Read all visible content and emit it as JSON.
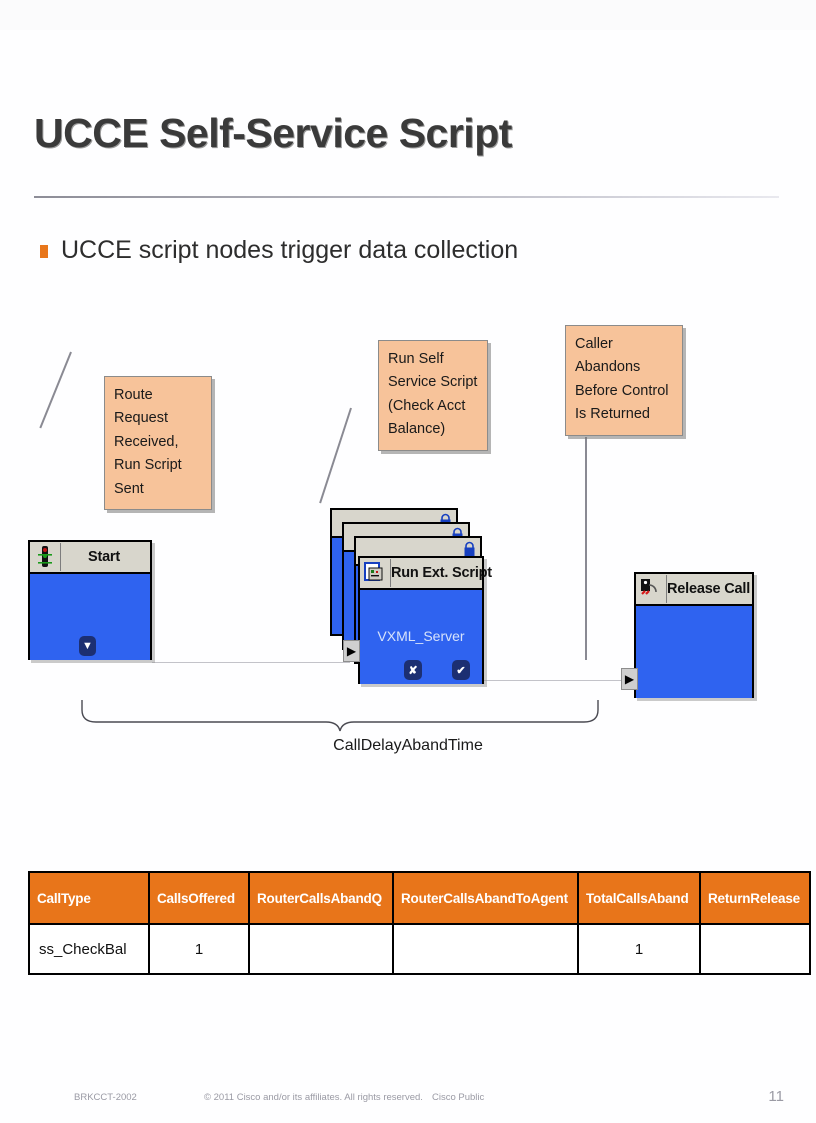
{
  "slide": {
    "title": "UCCE Self-Service Script",
    "bullet": "UCCE script nodes trigger data collection"
  },
  "diagram": {
    "callouts": [
      {
        "name": "route-request",
        "text": "Route Request Received, Run Script Sent"
      },
      {
        "name": "run-self-service",
        "text": "Run Self Service Script (Check Acct Balance)"
      },
      {
        "name": "caller-abandons",
        "text": "Caller Abandons Before Control Is Returned"
      }
    ],
    "nodes": [
      {
        "name": "start",
        "title": "Start",
        "icon": "traffic-light-icon",
        "body": ""
      },
      {
        "name": "run-ext-script",
        "title": "Run Ext. Script",
        "icon": "external-script-icon",
        "body": "VXML_Server"
      },
      {
        "name": "release-call",
        "title": "Release Call",
        "icon": "hangup-phone-icon",
        "body": ""
      }
    ],
    "ports": {
      "success": "✔",
      "failure": "✘",
      "down": "▼",
      "input": "▶"
    },
    "brace_label": "CallDelayAbandTime",
    "colors": {
      "callout_fill": "#F7C39A",
      "node_body": "#2F63F0",
      "node_header": "#D8D6CC",
      "port": "#1C2F72"
    }
  },
  "table": {
    "headers": [
      "CallType",
      "CallsOffered",
      "RouterCallsAbandQ",
      "RouterCallsAbandToAgent",
      "TotalCallsAband",
      "ReturnRelease"
    ],
    "rows": [
      [
        "ss_CheckBal",
        "1",
        "",
        "",
        "1",
        ""
      ]
    ],
    "header_color": "#E8751A"
  },
  "footer": {
    "session_id": "BRKCCT-2002",
    "copyright": "© 2011 Cisco and/or its affiliates. All rights reserved.",
    "classification": "Cisco Public",
    "page_number": "11"
  }
}
